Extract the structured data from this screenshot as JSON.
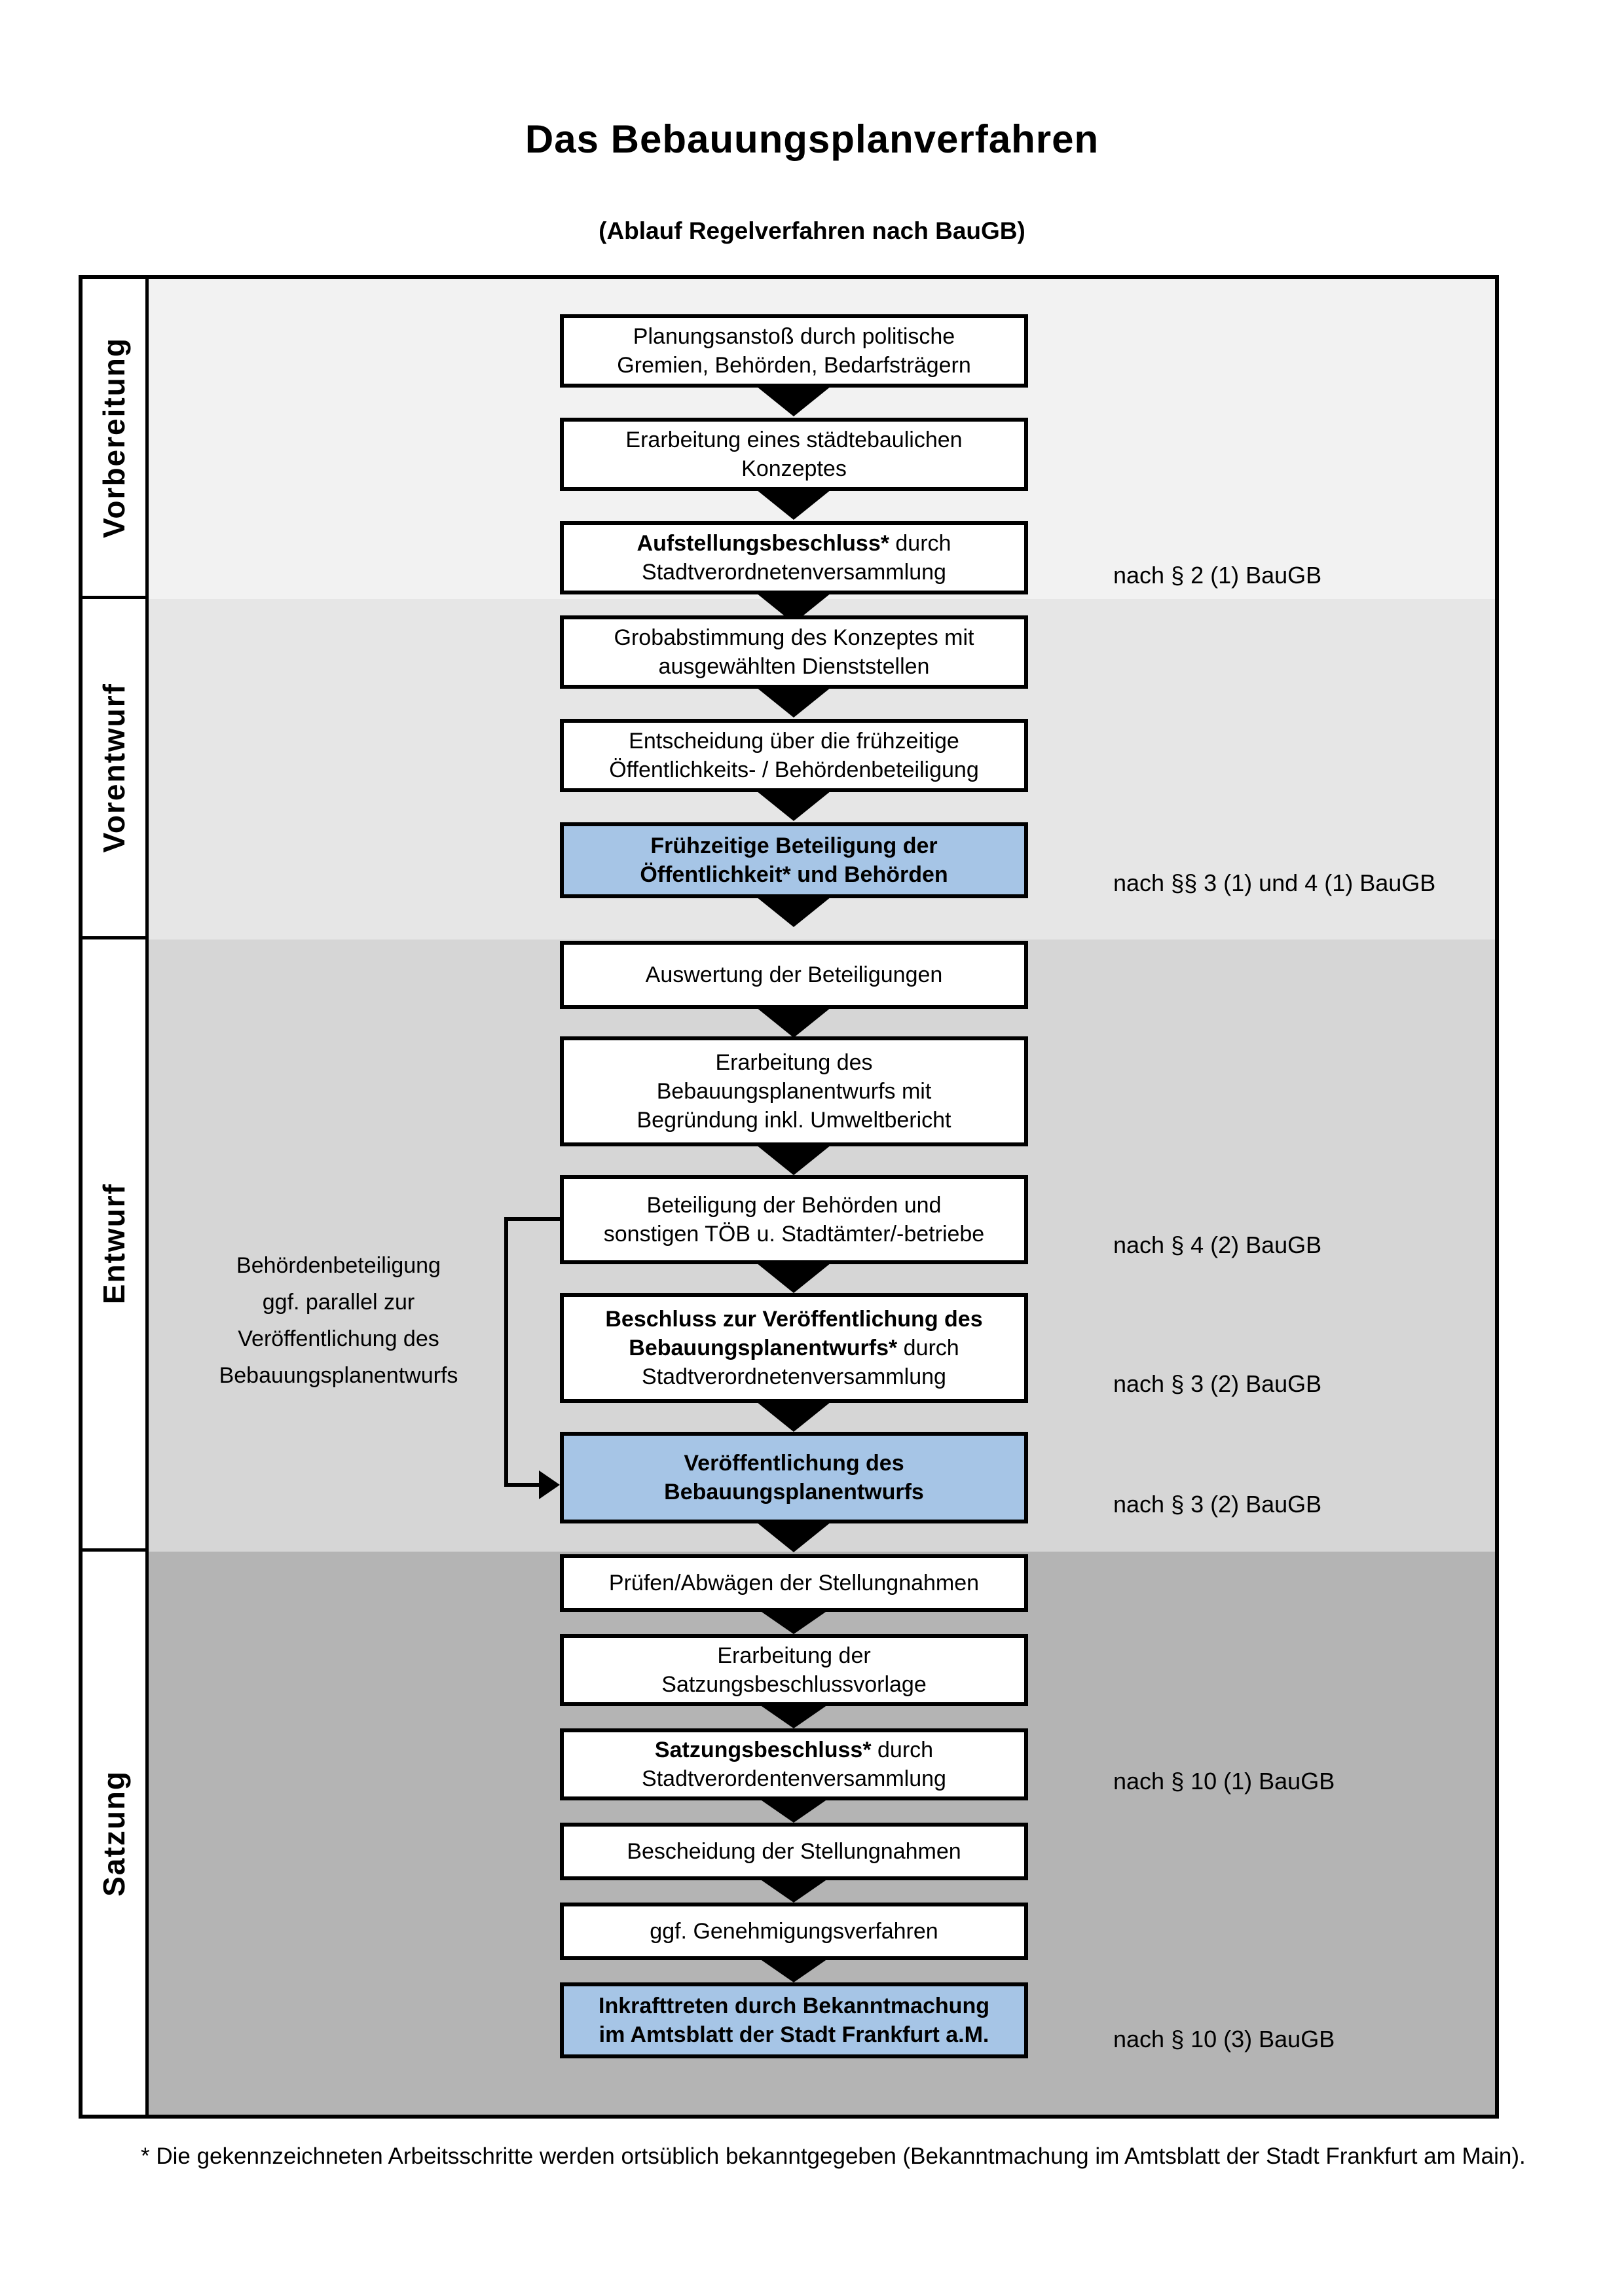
{
  "page": {
    "title": "Das Bebauungsplanverfahren",
    "subtitle": "(Ablauf Regelverfahren nach BauGB)",
    "footnote": "* Die gekennzeichneten Arbeitsschritte werden ortsüblich bekanntgegeben (Bekanntmachung im Amtsblatt  der Stadt Frankfurt am Main)."
  },
  "sections": [
    {
      "label": "Vorbereitung"
    },
    {
      "label": "Vorentwurf"
    },
    {
      "label": "Entwurf"
    },
    {
      "label": "Satzung"
    }
  ],
  "steps": {
    "s1": {
      "l1": "Planungsanstoß durch politische",
      "l2": "Gremien, Behörden, Bedarfsträgern"
    },
    "s2": {
      "l1": "Erarbeitung eines städtebaulichen",
      "l2": "Konzeptes"
    },
    "s3": {
      "bold": "Aufstellungsbeschluss*",
      "rest": " durch",
      "l2": "Stadtverordnetenversammlung"
    },
    "s4": {
      "l1": "Grobabstimmung des Konzeptes mit",
      "l2": "ausgewählten Dienststellen"
    },
    "s5": {
      "l1": "Entscheidung über die frühzeitige",
      "l2": "Öffentlichkeits- / Behördenbeteiligung"
    },
    "s6": {
      "l1": "Frühzeitige Beteiligung der",
      "l2": "Öffentlichkeit* und Behörden"
    },
    "s7": {
      "l1": "Auswertung der Beteiligungen"
    },
    "s8": {
      "l1": "Erarbeitung des",
      "l2": "Bebauungsplanentwurfs mit",
      "l3": "Begründung inkl. Umweltbericht"
    },
    "s9": {
      "l1": "Beteiligung der Behörden und",
      "l2": "sonstigen TÖB u. Stadtämter/-betriebe"
    },
    "s10": {
      "bold1": "Beschluss zur Veröffentlichung des",
      "bold2": "Bebauungsplanentwurfs*",
      "rest2": " durch",
      "l3": "Stadtverordnetenversammlung"
    },
    "s11": {
      "l1": "Veröffentlichung des",
      "l2": "Bebauungsplanentwurfs"
    },
    "s12": {
      "l1": "Prüfen/Abwägen der Stellungnahmen"
    },
    "s13": {
      "l1": "Erarbeitung der",
      "l2": "Satzungsbeschlussvorlage"
    },
    "s14": {
      "bold": "Satzungsbeschluss*",
      "rest": " durch",
      "l2": "Stadtverordentenversammlung"
    },
    "s15": {
      "l1": "Bescheidung der Stellungnahmen"
    },
    "s16": {
      "l1": "ggf. Genehmigungsverfahren"
    },
    "s17": {
      "bold": "Inkrafttreten",
      "rest": " durch Bekanntmachung",
      "l2": "im Amtsblatt der Stadt Frankfurt a.M."
    }
  },
  "annotations": {
    "a3": "nach § 2 (1) BauGB",
    "a6": "nach §§ 3 (1) und 4 (1) BauGB",
    "a9": "nach § 4 (2) BauGB",
    "a10": "nach § 3 (2) BauGB",
    "a11": "nach § 3 (2) BauGB",
    "a14": "nach § 10 (1) BauGB",
    "a17": "nach § 10 (3) BauGB"
  },
  "side_note": {
    "l1": "Behördenbeteiligung",
    "l2": "ggf. parallel zur",
    "l3": "Veröffentlichung des",
    "l4": "Bebauungsplanentwurfs"
  },
  "colors": {
    "highlight_blue": "#a6c5e6",
    "section_grays": [
      "#f2f2f2",
      "#e6e6e6",
      "#d6d6d6",
      "#b4b4b4"
    ],
    "border_black": "#000000"
  }
}
